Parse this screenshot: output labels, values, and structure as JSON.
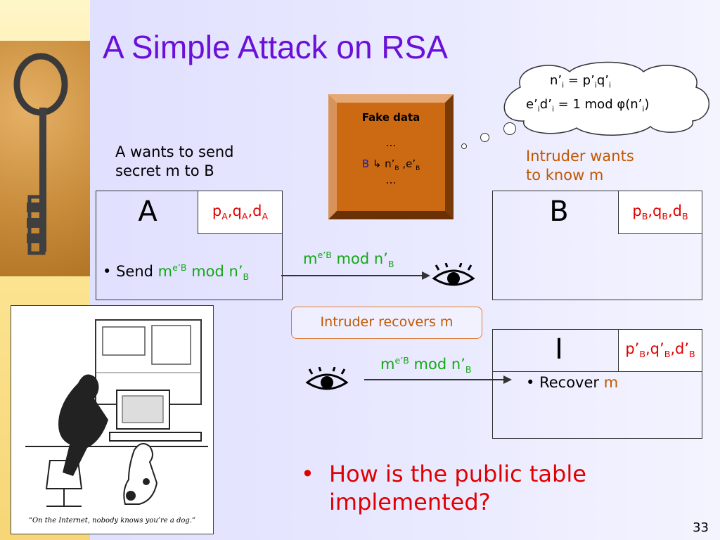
{
  "title": "A Simple Attack on RSA",
  "cloud": {
    "line1_n": "n’",
    "line1_i": "i",
    "line1_eq": " = p’",
    "line1_i2": "i",
    "line1_q": "q’",
    "line1_i3": "i",
    "line2_e": "e’",
    "line2_i": "i",
    "line2_d": "d’",
    "line2_i2": "i",
    "line2_rest": " = 1 mod ",
    "line2_phi": "φ",
    "line2_paren": "(n’",
    "line2_i3": "i",
    "line2_close": ")"
  },
  "fake_data": {
    "title": "Fake data",
    "ellipsis_top": "…",
    "b_label": "B",
    "arrow": "↳",
    "n_b": " n’",
    "sub_b1": "B",
    "comma_e": " ,e’",
    "sub_b2": "B",
    "ellipsis_bottom": "…"
  },
  "caption_a": {
    "line1": "A wants to send",
    "line2": "secret m to B"
  },
  "caption_intruder": {
    "line1": "Intruder wants",
    "line2": "to know m"
  },
  "party_a": {
    "letter": "A",
    "keys": {
      "p": "p",
      "p_sub": "A",
      "q": ",q",
      "q_sub": "A",
      "d": ",d",
      "d_sub": "A"
    },
    "bullet": "•",
    "send_label": "Send ",
    "m": "m",
    "exp": "e’B",
    "mod": " mod n’",
    "mod_sub": "B"
  },
  "party_b": {
    "letter": "B",
    "keys": {
      "p": "p",
      "p_sub": "B",
      "q": ",q",
      "q_sub": "B",
      "d": ",d",
      "d_sub": "B"
    }
  },
  "party_i": {
    "letter": "I",
    "keys": {
      "p": "p’",
      "p_sub": "B",
      "q": ",q’",
      "q_sub": "B",
      "d": ",d’",
      "d_sub": "B"
    },
    "bullet": "•",
    "recover_label": "Recover ",
    "m": "m"
  },
  "arrow_top": {
    "m": "m",
    "exp": "e’B",
    "mod": " mod n’",
    "mod_sub": "B"
  },
  "arrow_bottom": {
    "m": "m",
    "exp": "e’B",
    "mod": " mod n’",
    "mod_sub": "B"
  },
  "eye_glyph": "👁",
  "recover_box": "Intruder recovers m",
  "cartoon_caption": "“On the Internet, nobody knows you’re a dog.”",
  "question": {
    "bullet": "•",
    "line1": "How is the public table",
    "line2": "implemented?"
  },
  "page_number": "33",
  "colors": {
    "title": "#6a10d8",
    "key_text": "#e00000",
    "message": "#14a814",
    "intruder": "#c05800"
  }
}
